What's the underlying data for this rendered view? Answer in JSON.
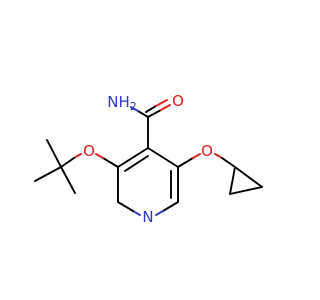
{
  "molecule": {
    "atoms": {
      "amide_n": {
        "text": "NH",
        "sub": "2",
        "color": "#2f39c8"
      },
      "amide_o": {
        "text": "O",
        "color": "#e02020"
      },
      "ether_o_left": {
        "text": "O",
        "color": "#e02020"
      },
      "ether_o_right": {
        "text": "O",
        "color": "#e02020"
      },
      "ring_n": {
        "text": "N",
        "color": "#2f39c8"
      }
    }
  }
}
